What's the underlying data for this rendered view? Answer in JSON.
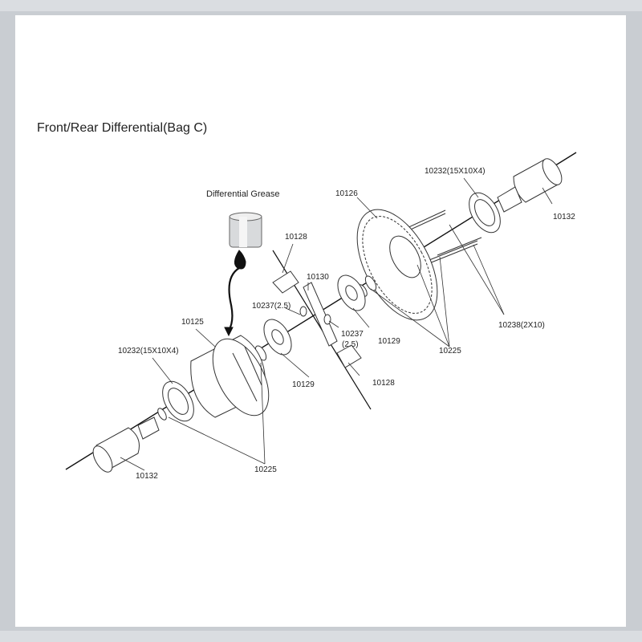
{
  "title": "Front/Rear Differential(Bag C)",
  "grease_label": "Differential Grease",
  "parts": {
    "p10126": "10126",
    "p10232_top": "10232(15X10X4)",
    "p10132_top": "10132",
    "p10128_top": "10128",
    "p10130": "10130",
    "p10237_left": "10237(2.5)",
    "p10237_right": "10237",
    "p10237_right_sub": "(2.5)",
    "p10125": "10125",
    "p10232_left": "10232(15X10X4)",
    "p10129_left": "10129",
    "p10129_right": "10129",
    "p10128_bottom": "10128",
    "p10225_right": "10225",
    "p10238": "10238(2X10)",
    "p10225_bottom": "10225",
    "p10132_bottom": "10132"
  }
}
